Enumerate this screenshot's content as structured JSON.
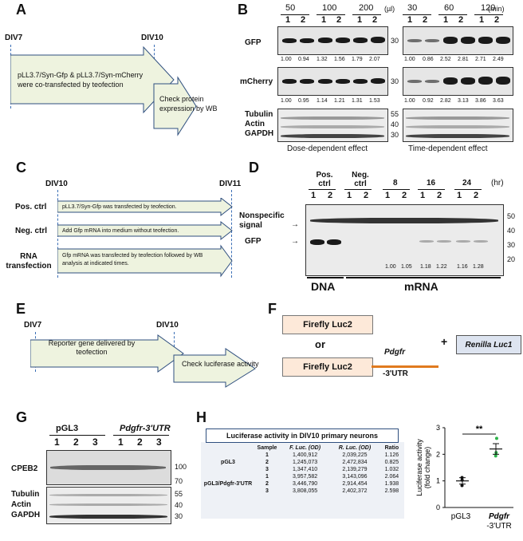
{
  "panels": {
    "A": {
      "label": "A",
      "div_start": "DIV7",
      "div_end": "DIV10",
      "step1_text": [
        "pLL3.7/Syn-Gfp & pLL3.7/Syn-mCherry",
        "were co-transfected by teofection"
      ],
      "step2_text": [
        "Check protein",
        "expression by WB"
      ]
    },
    "B": {
      "label": "B",
      "dose_headers": [
        "50",
        "100",
        "200"
      ],
      "dose_unit": "(µl)",
      "time_headers": [
        "30",
        "60",
        "120"
      ],
      "time_unit": "(min)",
      "lane_labels": [
        "1",
        "2"
      ],
      "row_labels": [
        "GFP",
        "mCherry"
      ],
      "loading_labels": [
        "Tubulin",
        "Actin",
        "GAPDH"
      ],
      "gfp_dose_values": [
        "1.00",
        "0.94",
        "1.32",
        "1.56",
        "1.79",
        "2.07"
      ],
      "gfp_time_values": [
        "1.00",
        "0.86",
        "2.52",
        "2.81",
        "2.71",
        "2.49"
      ],
      "mcherry_dose_values": [
        "1.00",
        "0.95",
        "1.14",
        "1.21",
        "1.31",
        "1.53"
      ],
      "mcherry_time_values": [
        "1.00",
        "0.92",
        "2.82",
        "3.13",
        "3.86",
        "3.63"
      ],
      "marker_30": "30",
      "loading_markers": [
        "55",
        "40",
        "30"
      ],
      "dose_caption": "Dose-dependent effect",
      "time_caption": "Time-dependent effect"
    },
    "C": {
      "label": "C",
      "div_start": "DIV10",
      "div_end": "DIV11",
      "rows": [
        {
          "name": "Pos. ctrl",
          "text": "pLL3.7/Syn-Gfp was transfected by teofection."
        },
        {
          "name": "Neg. ctrl",
          "text": "Add Gfp mRNA into medium without teofection."
        },
        {
          "name": "RNA transfection",
          "text": "Gfp mRNA was transfected by teofection followed by WB analysis at indicated times."
        }
      ]
    },
    "D": {
      "label": "D",
      "headers": [
        "Pos. ctrl",
        "Neg. ctrl",
        "8",
        "16",
        "24"
      ],
      "unit": "(hr)",
      "lane_labels": [
        "1",
        "2"
      ],
      "nonspecific_label": "Nonspecific signal",
      "gfp_label": "GFP",
      "markers": [
        "50",
        "40",
        "30",
        "20"
      ],
      "values": [
        "1.00",
        "1.05",
        "1.18",
        "1.22",
        "1.16",
        "1.28"
      ],
      "dna_label": "DNA",
      "mrna_label": "mRNA"
    },
    "E": {
      "label": "E",
      "div_start": "DIV7",
      "div_end": "DIV10",
      "step1_text": [
        "Reporter gene delivered by",
        "teofection"
      ],
      "step2_text": "Check luciferase activity"
    },
    "F": {
      "label": "F",
      "firefly": "Firefly Luc2",
      "or": "or",
      "pdgfr": "Pdgfr",
      "utr": "-3'UTR",
      "plus": "+",
      "renilla": "Renilla Luc1"
    },
    "G": {
      "label": "G",
      "groups": [
        "pGL3",
        "Pdgfr-3'UTR"
      ],
      "lanes": [
        "1",
        "2",
        "3",
        "1",
        "2",
        "3"
      ],
      "row_label": "CPEB2",
      "markers_top": [
        "100",
        "70"
      ],
      "loading_labels": [
        "Tubulin",
        "Actin",
        "GAPDH"
      ],
      "markers_bottom": [
        "55",
        "40",
        "30"
      ]
    },
    "H": {
      "label": "H",
      "table_title": "Luciferase activity in DIV10 primary neurons",
      "columns": [
        "Sample",
        "F. Luc. (OD)",
        "R. Luc. (OD)",
        "Ratio"
      ],
      "groups": [
        {
          "name": "pGL3",
          "rows": [
            [
              "1",
              "1,400,912",
              "2,039,225",
              "1.126"
            ],
            [
              "2",
              "1,245,073",
              "2,472,834",
              "0.825"
            ],
            [
              "3",
              "1,347,410",
              "2,139,279",
              "1.032"
            ]
          ]
        },
        {
          "name": "pGL3/Pdgfr-3'UTR",
          "rows": [
            [
              "1",
              "3,957,582",
              "3,143,096",
              "2.064"
            ],
            [
              "2",
              "3,446,790",
              "2,914,454",
              "1.938"
            ],
            [
              "3",
              "3,808,055",
              "2,402,372",
              "2.598"
            ]
          ]
        }
      ]
    }
  },
  "chart_data": {
    "type": "scatter",
    "categories": [
      "pGL3",
      "Pdgfr-3'UTR"
    ],
    "ylabel": "Luciferase activity (fold change)",
    "ylim": [
      0,
      3
    ],
    "yticks": [
      "0",
      "1",
      "2",
      "3"
    ],
    "series": [
      {
        "values": [
          1.126,
          0.825,
          1.032
        ]
      },
      {
        "values": [
          2.064,
          1.938,
          2.598
        ]
      }
    ],
    "means": [
      1.0,
      2.2
    ],
    "significance": "**"
  }
}
